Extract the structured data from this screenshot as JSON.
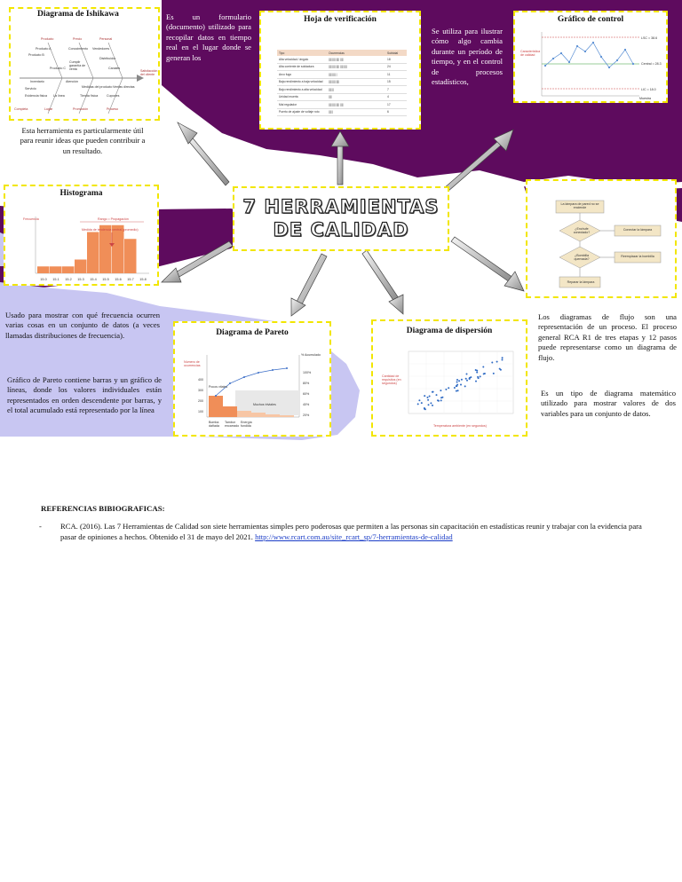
{
  "main_title": [
    "7 HERRAMIENTAS",
    "DE CALIDAD"
  ],
  "ishikawa": {
    "title": "Diagrama de Ishikawa",
    "description": "Esta herramienta es particularmente útil para reunir ideas que pueden contribuir a un resultado.",
    "labels": [
      "Producto",
      "Precio",
      "Personal",
      "Producto B",
      "Producto A",
      "Producto C",
      "Inventario",
      "Servicio",
      "Cumplir garantía de venta",
      "Vendedores",
      "Distribuidor",
      "Canales",
      "Conocimiento",
      "Precio",
      "Políticas",
      "Cliente",
      "Satisfacción del cliente",
      "Lugar",
      "Promoción",
      "Proceso",
      "Evidencia física",
      "Completa",
      "La línea",
      "Atención",
      "Personal",
      "Gestiones",
      "Tienda física",
      "Medidas del producto",
      "Servicio",
      "Comercio",
      "Sistema de ventas",
      "Ventas directas",
      "Cupones",
      "Calidad"
    ]
  },
  "checksheet": {
    "title": "Hoja de verificación",
    "headers": [
      "Tipo",
      "Ocurrencias",
      "Subtotal"
    ],
    "rows": [
      [
        "Alta velocidad / ángulo",
        "|||| |||| |||| ||||",
        "18"
      ],
      [
        "Alta corriente de soldadura",
        "|||| |||| |||| |||| ||||",
        "24"
      ],
      [
        "Arco fugo",
        "|||| |||| |",
        "11"
      ],
      [
        "Baja rendimiento a baja velocidad",
        "|||| |||| ||||",
        "15"
      ],
      [
        "Bajo rendimiento a alta velocidad",
        "|||| ||",
        "7"
      ],
      [
        "Unidad muerta",
        "||||",
        "4"
      ],
      [
        "Mal regulador",
        "|||| |||| |||| ||||",
        "17"
      ],
      [
        "Puerto de ajuste de voltaje roto",
        "|||| |",
        "6"
      ]
    ]
  },
  "checksheet_desc": "Es un formulario (documento) utilizado para recopilar datos en tiempo real en el lugar donde se generan los",
  "control_desc": "Se utiliza para ilustrar cómo algo cambia durante un período de tiempo, y en el control de procesos estadísticos,",
  "control": {
    "title": "Gráfico de control",
    "labels": [
      "LSC = 38.6",
      "Central = 28.3",
      "LIC = 18.0",
      "Característica de calidad",
      "Muestra"
    ]
  },
  "histogram": {
    "title": "Histograma",
    "description": "Usado para mostrar con qué frecuencia ocurren varias cosas en un conjunto de datos (a veces llamadas distribuciones de frecuencia).",
    "labels": [
      "Frecuencia",
      "Rango = Propagación",
      "Medida de tendencia central (promedio)"
    ],
    "categories": [
      "15.0",
      "15.1",
      "15.2",
      "15.3",
      "15.4",
      "15.5",
      "15.6",
      "15.7",
      "15.8"
    ],
    "values": [
      1,
      1,
      1,
      2,
      6,
      7,
      7,
      5,
      0
    ]
  },
  "flow": {
    "title": "Diagrama de flujo",
    "description": "Los diagramas de flujo son una representación de un proceso. El proceso general RCA R1 de tres etapas y 12 pasos puede representarse como un diagrama de flujo.",
    "labels": [
      "La lámpara de pared no se enciende",
      "¿Enchufe conectado?",
      "Conectar la lámpara",
      "¿Bombilla quemada?",
      "Reemplazar la bombilla",
      "Reparar la lámpara"
    ]
  },
  "pareto": {
    "title": "Diagrama de Pareto",
    "description": "Gráfico de Pareto contiene barras y un gráfico de líneas, donde los valores individuales están representados en orden descendente por barras, y el total acumulado está representado por la línea",
    "labels": [
      "Número de ocurrencias",
      "% Acumulado",
      "Pocos vitales",
      "Muchos triviales",
      "Bomba dañada",
      "Tambor encarrado",
      "Energía fundida"
    ],
    "ylabels": [
      "400",
      "300",
      "200",
      "100"
    ],
    "pct": [
      "100%",
      "80%",
      "60%",
      "40%",
      "20%"
    ]
  },
  "scatter": {
    "title": "Diagrama de dispersión",
    "description": "Es un tipo de diagrama matemático utilizado para mostrar valores de dos variables para un conjunto de datos.",
    "labels": [
      "Cantidad de requisitos (en segundos)",
      "Temperatura ambiente (en segundos)"
    ]
  },
  "references": {
    "heading": "REFERENCIAS BIBIOGRAFICAS:",
    "marker": "-",
    "text": "RCA. (2016). Las 7 Herramientas de Calidad son siete herramientas simples pero poderosas que permiten a las personas sin capacitación en estadísticas reunir y trabajar con la evidencia para pasar de opiniones a hechos. Obtenido el 31 de mayo del 2021.",
    "link": "http://www.rcart.com.au/site_rcart_sp/7-herramientas-de-calidad"
  },
  "colors": {
    "purple": "#5e0b5e",
    "lavender": "#c8c6f2",
    "dash": "#f2e600",
    "accent": "#f08e58"
  }
}
